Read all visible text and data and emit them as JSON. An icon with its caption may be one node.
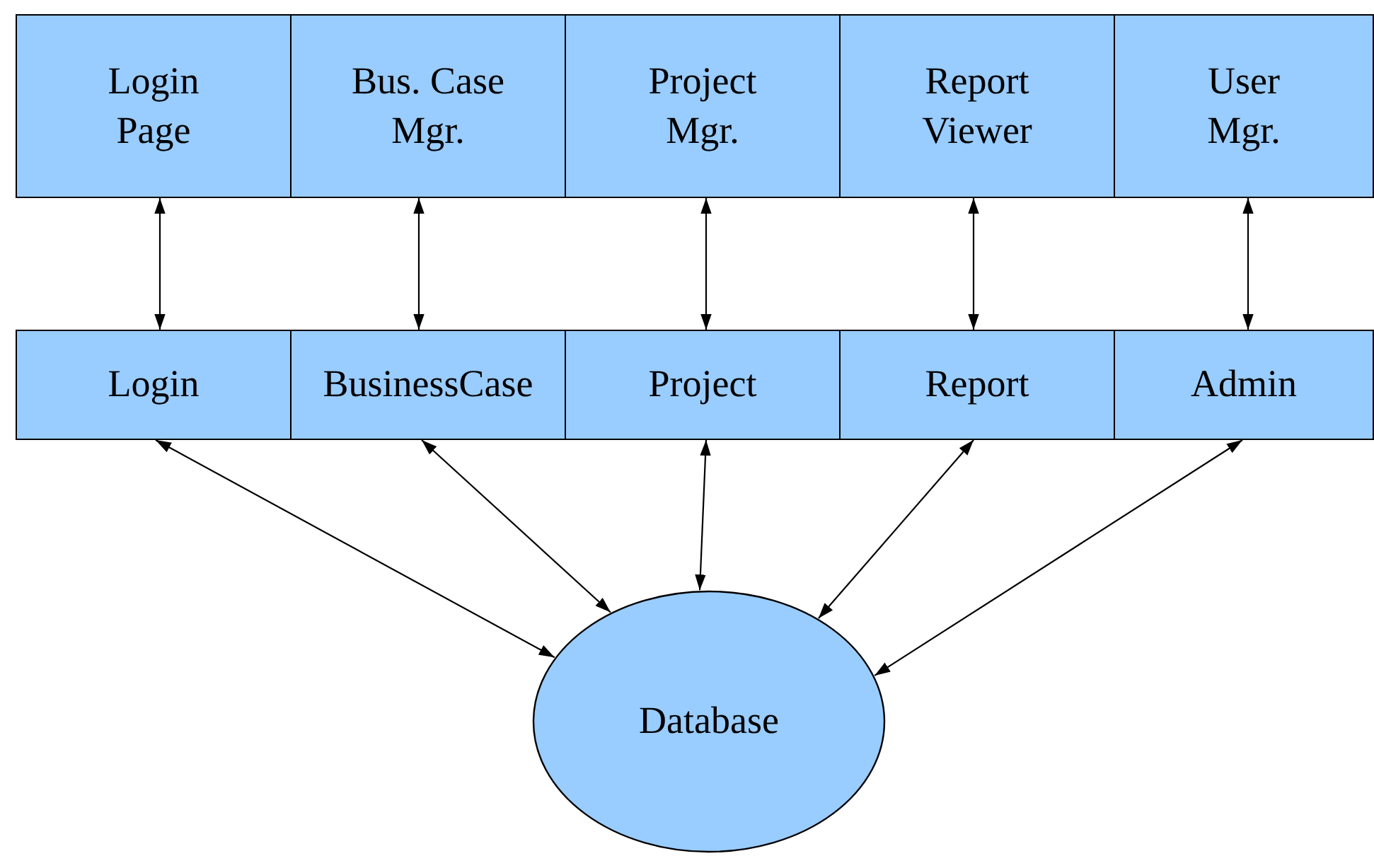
{
  "diagram": {
    "nodes": [
      {
        "text": [
          "Login Page"
        ]
      },
      {
        "text": [
          "Bus. Case Mgr."
        ]
      },
      {
        "text": [
          "Project Mgr."
        ]
      },
      {
        "text": [
          "Report Viewer"
        ]
      },
      {
        "text": [
          "User Mgr."
        ]
      },
      {
        "text": [
          "Login"
        ]
      },
      {
        "text": [
          "BusinessCase"
        ]
      },
      {
        "text": [
          "Project"
        ]
      },
      {
        "text": [
          "Report"
        ]
      },
      {
        "text": [
          "Admin"
        ]
      },
      {
        "text": [
          "Database"
        ]
      }
    ],
    "edges": [
      {
        "from": 0,
        "to": 5,
        "arrow": "both"
      },
      {
        "from": 1,
        "to": 6,
        "arrow": "both"
      },
      {
        "from": 2,
        "to": 7,
        "arrow": "both"
      },
      {
        "from": 3,
        "to": 8,
        "arrow": "both"
      },
      {
        "from": 4,
        "to": 9,
        "arrow": "both"
      },
      {
        "from": 5,
        "to": 10,
        "arrow": "both"
      },
      {
        "from": 6,
        "to": 10,
        "arrow": "both"
      },
      {
        "from": 7,
        "to": 10,
        "arrow": "both"
      },
      {
        "from": 8,
        "to": 10,
        "arrow": "both"
      },
      {
        "from": 9,
        "to": 10,
        "arrow": "both"
      }
    ]
  }
}
